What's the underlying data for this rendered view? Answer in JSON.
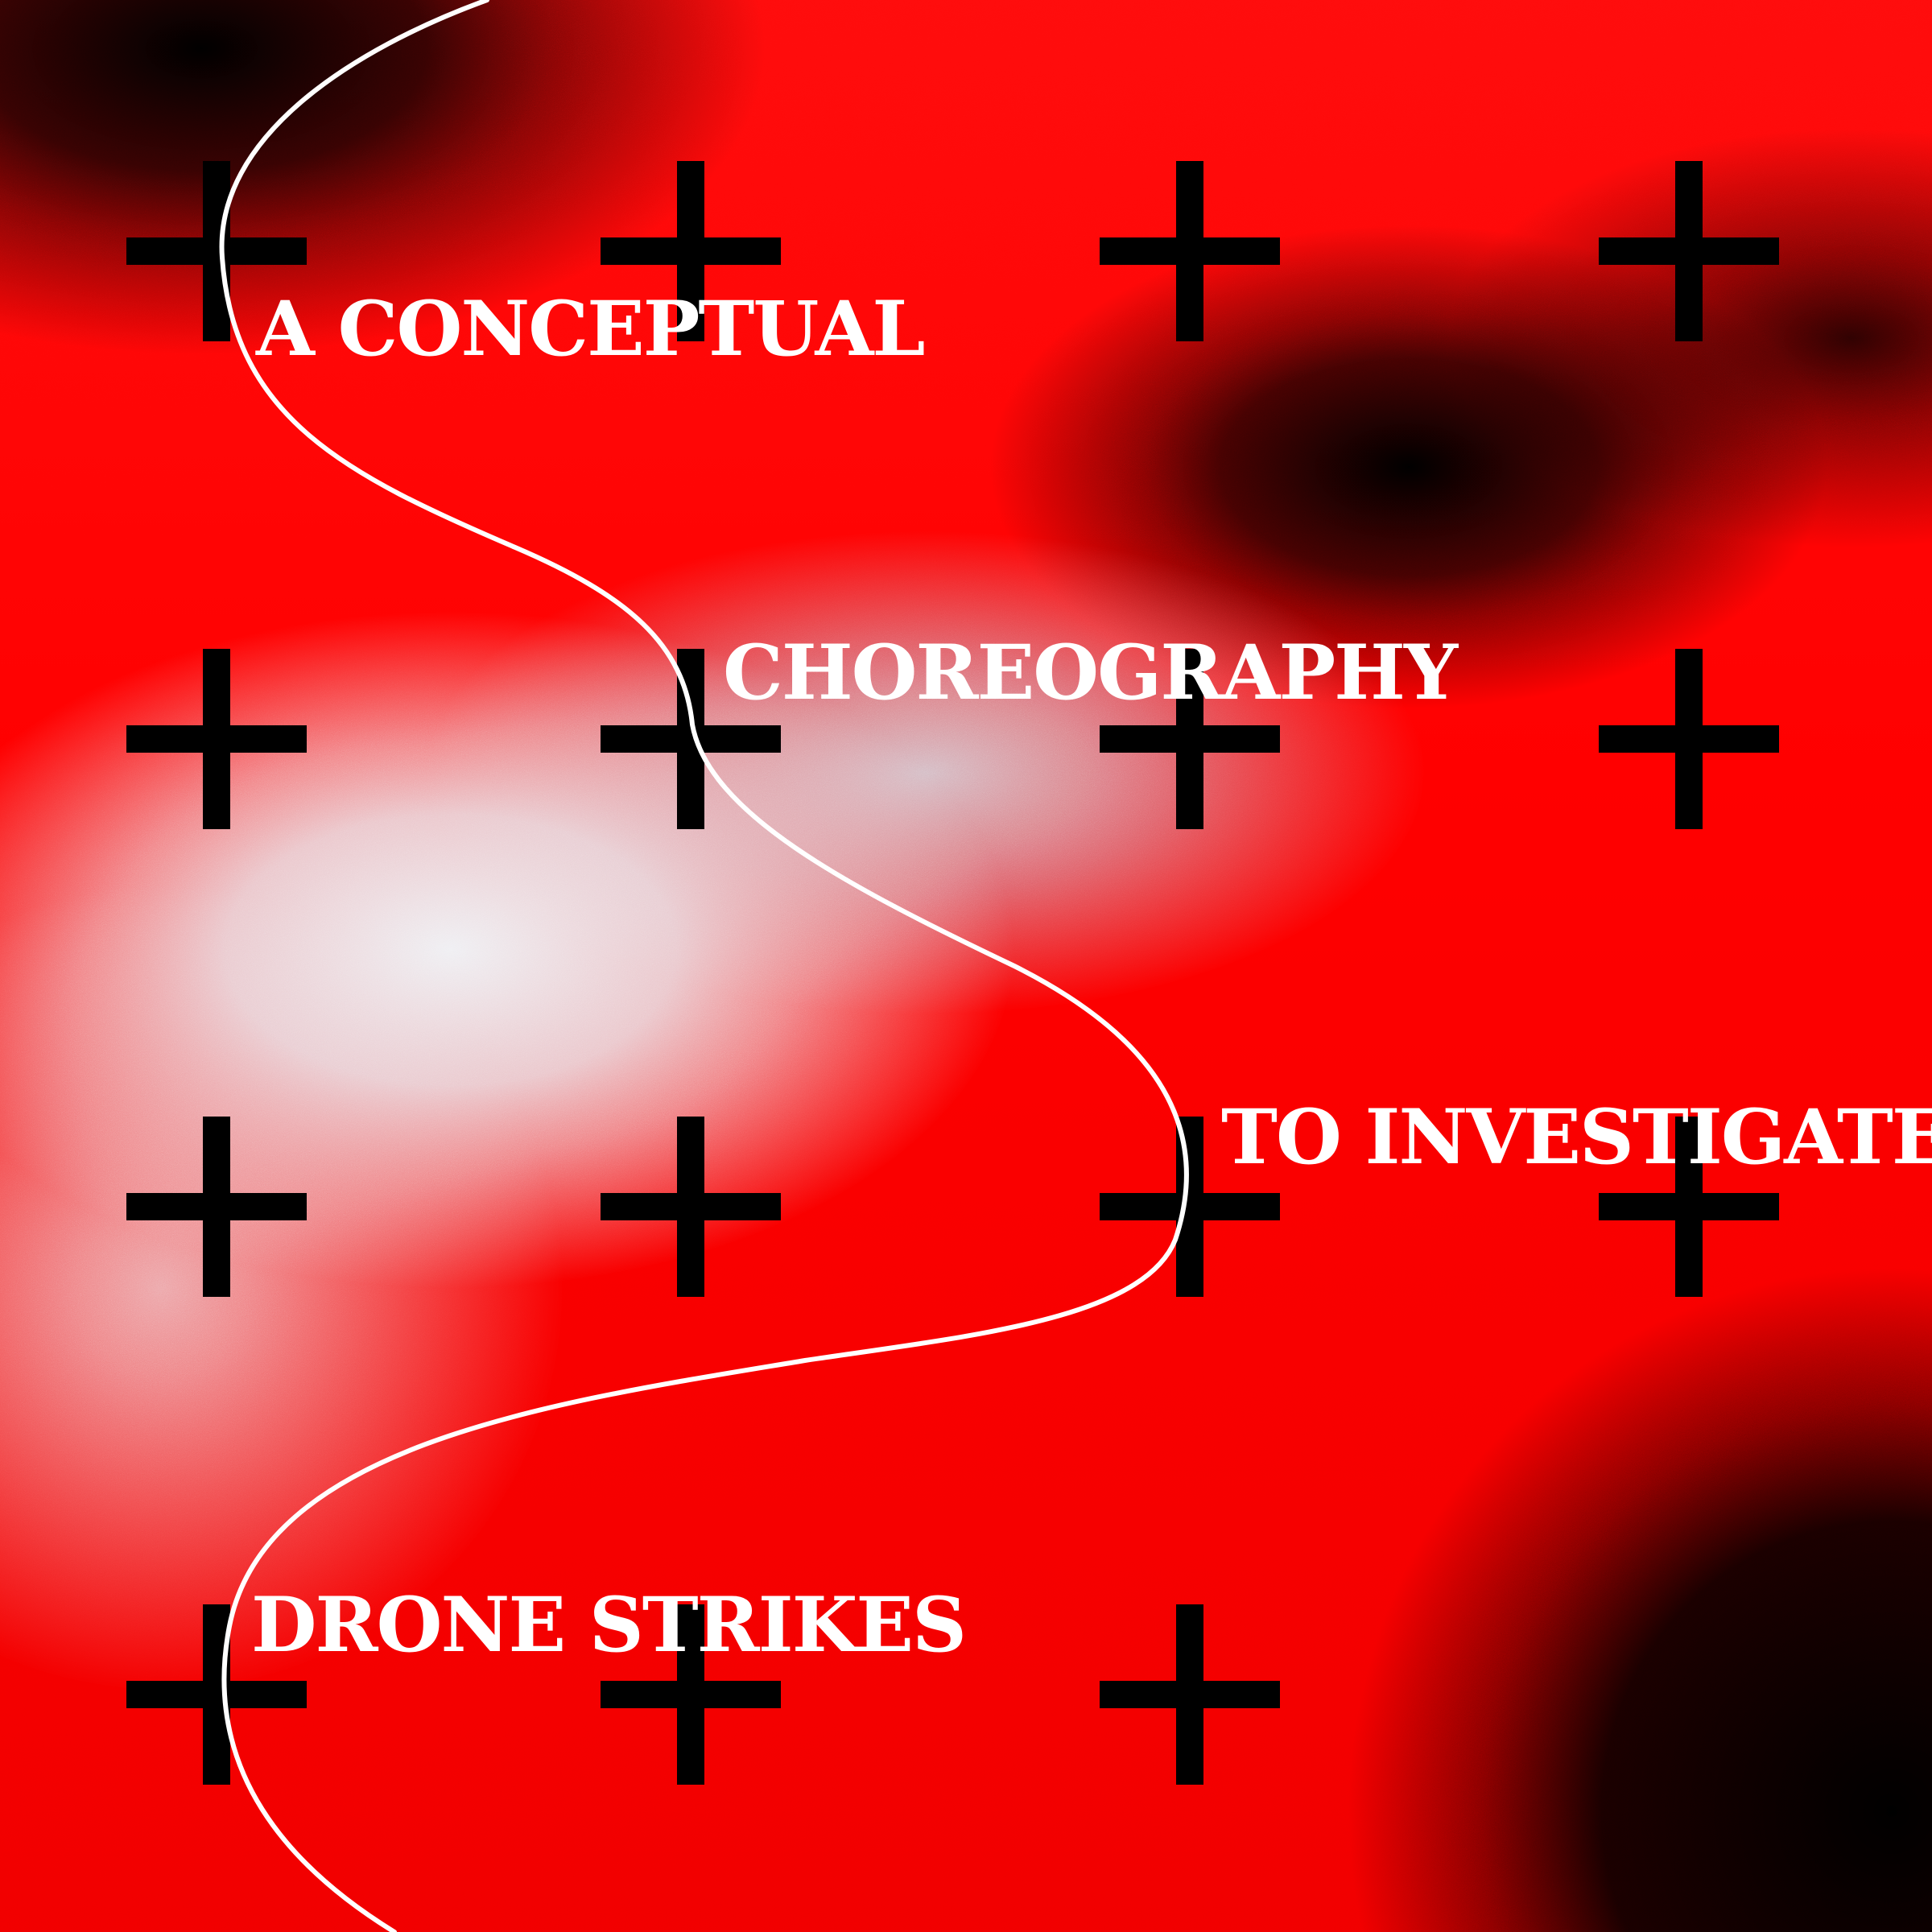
{
  "headline": {
    "line1": "A CONCEPTUAL",
    "line2": "CHOREOGRAPHY",
    "line3": "TO INVESTIGATE",
    "line4": "DRONE STRIKES"
  },
  "colors": {
    "primary": "#ff0000",
    "dark": "#000000",
    "light": "#eeeeee",
    "text": "#ffffff"
  },
  "decorations": {
    "cross_icon": "plus-icon",
    "cross_rows": 4,
    "cross_columns": 4
  }
}
